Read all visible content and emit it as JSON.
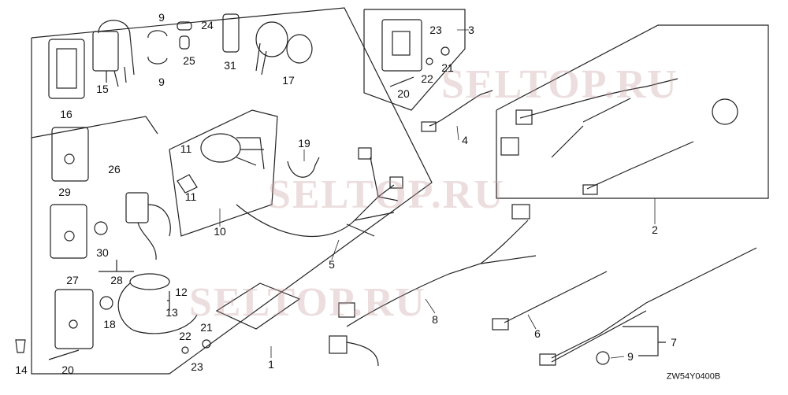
{
  "diagram": {
    "callouts": [
      "9",
      "24",
      "15",
      "25",
      "31",
      "17",
      "9",
      "16",
      "3",
      "23",
      "22",
      "21",
      "20",
      "4",
      "26",
      "11",
      "11",
      "19",
      "10",
      "29",
      "30",
      "28",
      "5",
      "2",
      "12",
      "27",
      "13",
      "18",
      "21",
      "22",
      "23",
      "1",
      "8",
      "6",
      "7",
      "9",
      "14",
      "20"
    ],
    "code": "ZW54Y0400B",
    "watermarks": [
      "SELTOP.RU",
      "SELTOP.RU",
      "SELTOP.RU"
    ]
  },
  "colors": {
    "line": "#222222",
    "watermark": "#c8a0a0"
  }
}
